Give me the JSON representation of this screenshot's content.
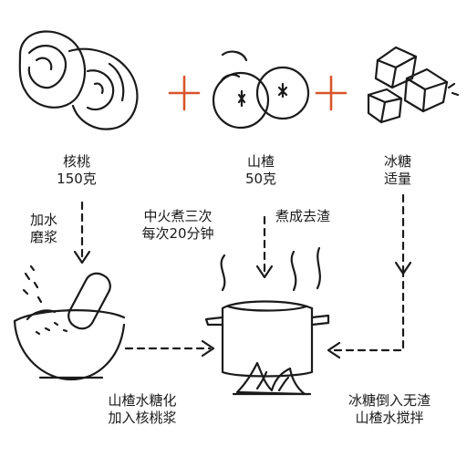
{
  "ingredients": {
    "walnut": {
      "name": "核桃",
      "amount": "150克"
    },
    "hawthorn": {
      "name": "山楂",
      "amount": "50克"
    },
    "rock_sugar": {
      "name": "冰糖",
      "amount": "适量"
    }
  },
  "operators": {
    "plus_symbol": "+"
  },
  "steps": {
    "grind": {
      "line1": "加水",
      "line2": "磨浆"
    },
    "boil": {
      "line1": "中火煮三次",
      "line2": "每次20分钟"
    },
    "strain": {
      "text": "煮成去渣"
    },
    "mix_walnut": {
      "line1": "山楂水糖化",
      "line2": "加入核桃浆"
    },
    "add_sugar": {
      "line1": "冰糖倒入无渣",
      "line2": "山楂水搅拌"
    }
  },
  "colors": {
    "ink": "#1a1a1a",
    "plus": "#d9542a",
    "flame": "#1a1a1a"
  },
  "icons": [
    "walnut-icon",
    "hawthorn-icon",
    "rock-sugar-icon",
    "mortar-icon",
    "pot-icon",
    "flame-icon"
  ]
}
